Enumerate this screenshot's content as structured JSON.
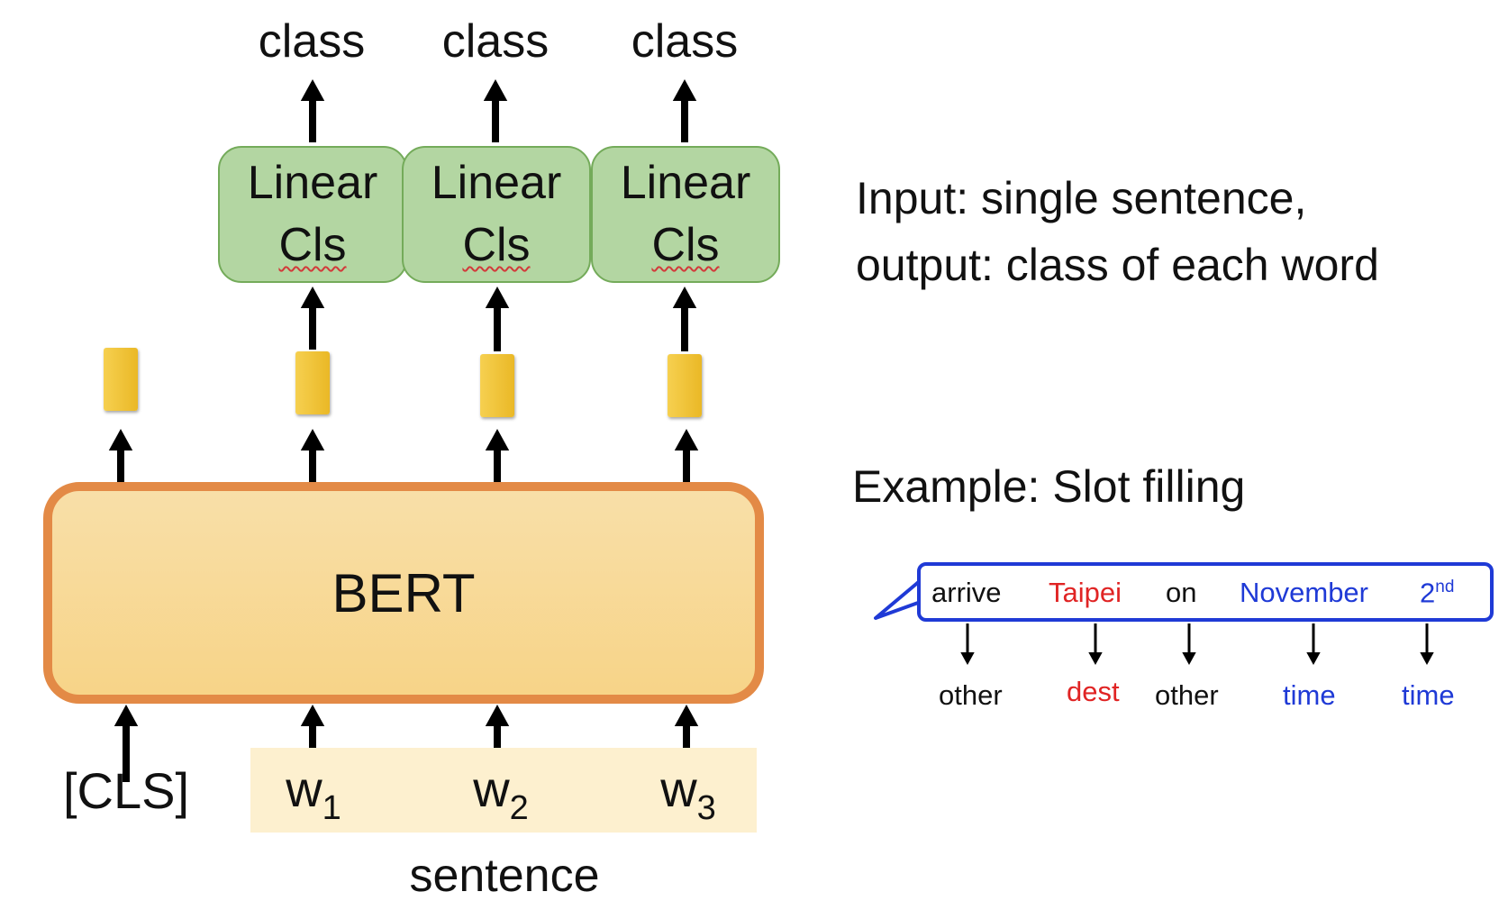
{
  "outputs": {
    "class_labels": [
      "class",
      "class",
      "class"
    ],
    "classifier": {
      "line1": "Linear",
      "line2": "Cls"
    }
  },
  "model": {
    "name": "BERT"
  },
  "inputs": {
    "cls_token": "[CLS]",
    "words": [
      {
        "base": "w",
        "sub": "1"
      },
      {
        "base": "w",
        "sub": "2"
      },
      {
        "base": "w",
        "sub": "3"
      }
    ],
    "group_label": "sentence"
  },
  "description": {
    "line1": "Input: single sentence,",
    "line2": "output: class of each word"
  },
  "example": {
    "heading": "Example: Slot filling",
    "words": [
      "arrive",
      "Taipei",
      "on",
      "November"
    ],
    "last_word": {
      "base": "2",
      "sup": "nd"
    },
    "tags": [
      "other",
      "dest",
      "other",
      "time",
      "time"
    ],
    "colors": {
      "black": "#111111",
      "red": "#e02424",
      "blue": "#1f3ad6"
    }
  }
}
